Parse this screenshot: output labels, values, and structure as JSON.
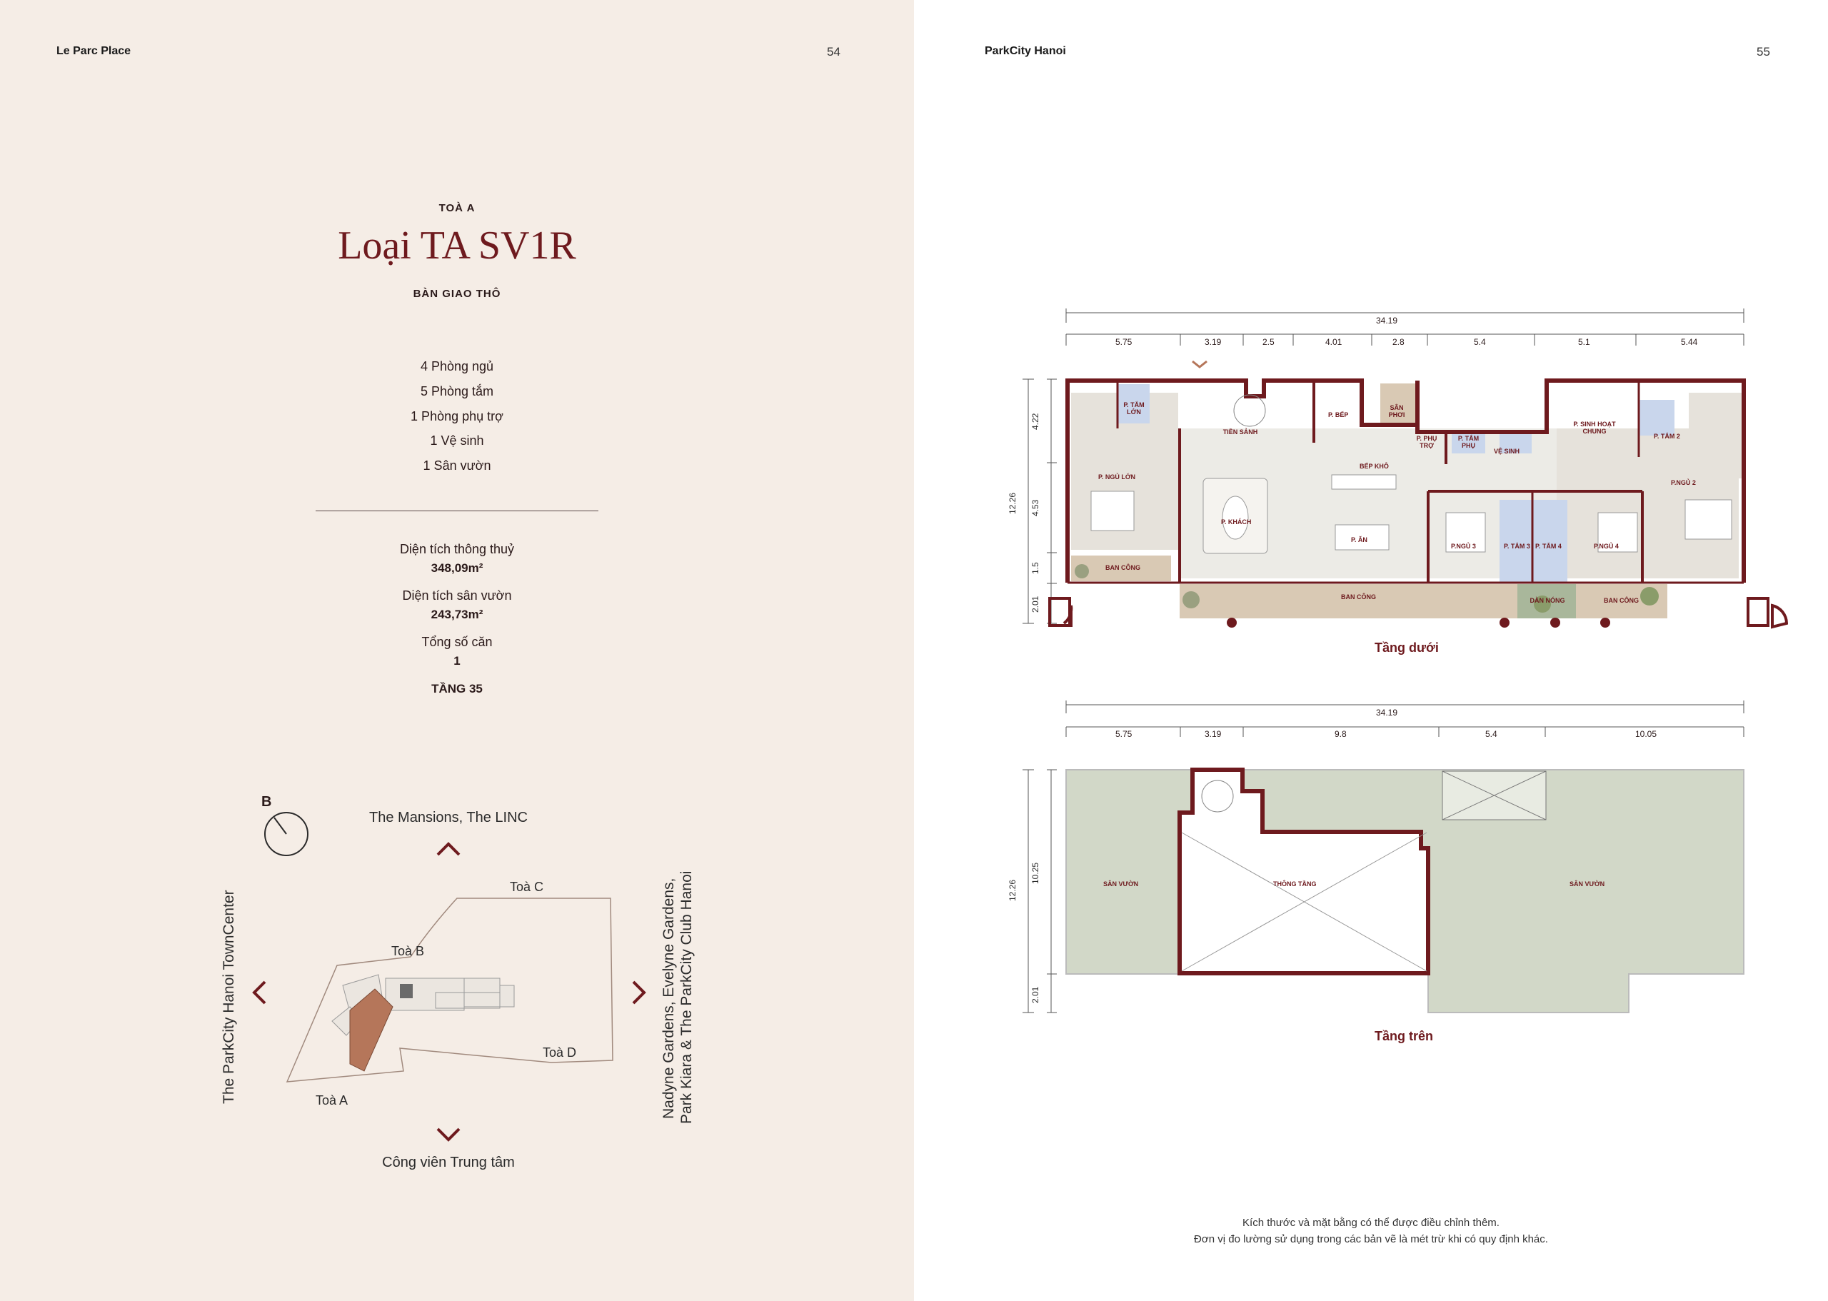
{
  "left": {
    "header": "Le Parc Place",
    "page_number": "54",
    "tower": "TOÀ A",
    "title": "Loại TA SV1R",
    "subtitle": "BÀN GIAO THÔ",
    "specs": [
      "4 Phòng ngủ",
      "5 Phòng tắm",
      "1 Phòng phụ trợ",
      "1 Vệ sinh",
      "1 Sân vườn"
    ],
    "stats": {
      "net_area_label": "Diện tích thông thuỷ",
      "net_area_value": "348,09m²",
      "garden_area_label": "Diện tích sân vườn",
      "garden_area_value": "243,73m²",
      "units_label": "Tổng số căn",
      "units_value": "1",
      "floor": "TẦNG 35"
    },
    "site_map": {
      "compass": "B",
      "north": "The Mansions, The LINC",
      "south": "Công viên Trung tâm",
      "west": "The ParkCity Hanoi TownCenter",
      "east_line1": "Nadyne Gardens, Evelyne Gardens,",
      "east_line2": "Park Kiara & The ParkCity Club Hanoi",
      "tower_a": "Toà A",
      "tower_b": "Toà B",
      "tower_c": "Toà C",
      "tower_d": "Toà D"
    }
  },
  "right": {
    "header": "ParkCity Hanoi",
    "page_number": "55",
    "lower_floor": {
      "label": "Tầng dưới",
      "overall_dim": "34.19",
      "dims": [
        "5.75",
        "3.19",
        "2.5",
        "4.01",
        "2.8",
        "5.4",
        "5.1",
        "5.44"
      ],
      "v_total": "12.26",
      "v_dims": [
        "4.22",
        "4.53",
        "1.5",
        "2.01"
      ],
      "rooms": {
        "tam_lon": "P. TẮM LỚN",
        "tien_sanh": "TIỀN SẢNH",
        "bep": "P. BẾP",
        "san_phoi": "SÂN PHƠI",
        "phu_tro": "P. PHỤ TRỢ",
        "tam_phu": "P. TẮM PHỤ",
        "ve_sinh": "VỆ SINH",
        "sinh_hoat": "P. SINH HOẠT CHUNG",
        "tam2": "P. TẮM 2",
        "ngu_lon": "P. NGỦ LỚN",
        "bep_kho": "BẾP KHÔ",
        "ngu2": "P.NGỦ 2",
        "khach": "P. KHÁCH",
        "an": "P. ĂN",
        "ngu3": "P.NGỦ 3",
        "tam3": "P. TẮM 3",
        "tam4": "P. TẮM 4",
        "ngu4": "P.NGỦ 4",
        "ban_cong_left": "BAN CÔNG",
        "ban_cong_mid": "BAN CÔNG",
        "dan_nong": "DÀN NÓNG",
        "ban_cong_right": "BAN CÔNG"
      }
    },
    "upper_floor": {
      "label": "Tầng trên",
      "overall_dim": "34.19",
      "dims": [
        "5.75",
        "3.19",
        "9.8",
        "5.4",
        "10.05"
      ],
      "v_total": "12.26",
      "v_dims": [
        "10.25",
        "2.01"
      ],
      "rooms": {
        "san_vuon_left": "SÂN VƯỜN",
        "thong_tang": "THÔNG TẦNG",
        "san_vuon_right": "SÂN VƯỜN"
      }
    },
    "notes": [
      "Kích thước và mặt bằng có thể được điều chỉnh thêm.",
      "Đơn vị đo lường sử dụng trong các bản vẽ là mét trừ khi có quy định khác."
    ]
  },
  "colors": {
    "maroon": "#6e1a1e",
    "left_bg": "#f5ede6",
    "room_fill": "#e6e2db",
    "bath_fill": "#c9d6ec",
    "balcony_fill": "#d9c9b4",
    "garden_fill": "#d2d8c8",
    "highlight_tower": "#b5765a"
  }
}
